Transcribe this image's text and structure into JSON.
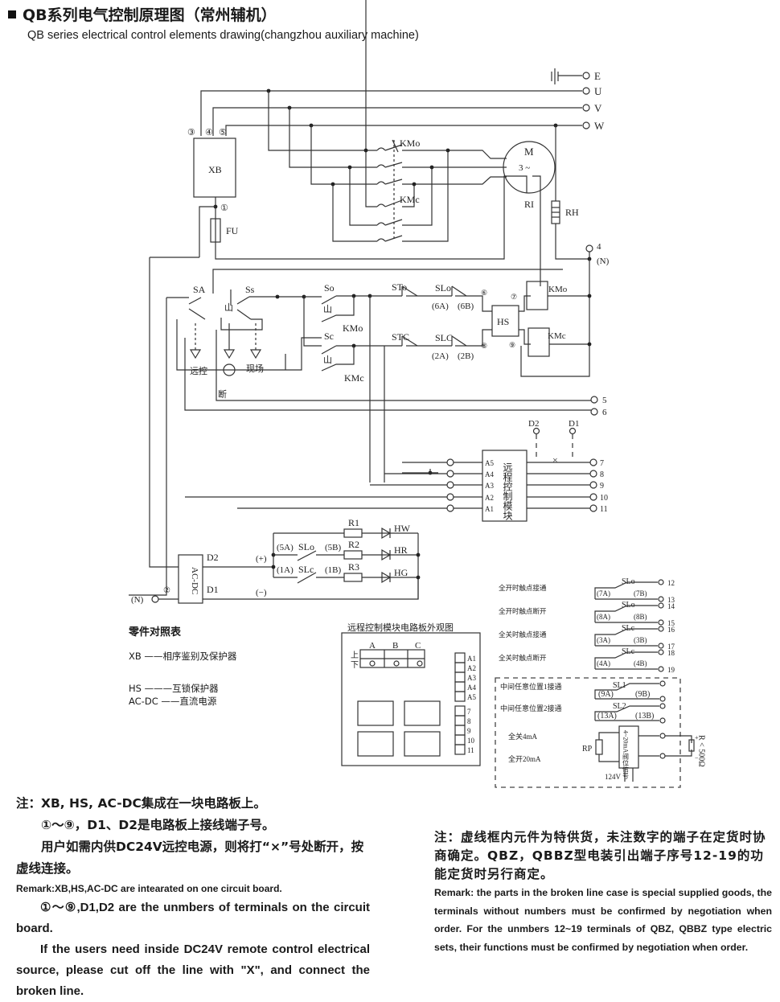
{
  "header": {
    "title_cn": "QB系列电气控制原理图（常州辅机）",
    "title_en": "QB series electrical control elements drawing(changzhou auxiliary machine)"
  },
  "power_terminals": [
    "E",
    "U",
    "V",
    "W"
  ],
  "xb": {
    "label": "XB",
    "pins": [
      "③",
      "④",
      "⑤"
    ],
    "bottom_pin": "①"
  },
  "fuse": "FU",
  "motor": {
    "label": "M",
    "phase": "3 ~",
    "thermal": "RI"
  },
  "heater": {
    "label": "RH",
    "terminal": "4",
    "terminal_note": "(N)"
  },
  "contactors": {
    "open": "KMo",
    "close": "KMc"
  },
  "control": {
    "sa": "SA",
    "ss": "Ss",
    "so": "So",
    "sc": "Sc",
    "remote": "远控",
    "local": "现场",
    "off": "断",
    "sto": "STo",
    "stc": "STC",
    "slo": "SLo",
    "slc": "SLC",
    "slo_pins": [
      "(6A)",
      "(6B)"
    ],
    "slc_pins": [
      "(2A)",
      "(2B)"
    ],
    "hs": "HS",
    "hs_pins": [
      "⑥",
      "⑦",
      "⑧",
      "⑨"
    ],
    "kmo_coil": "KMo",
    "kmc_coil": "KMc"
  },
  "terminals_56": [
    "5",
    "6"
  ],
  "remote_module": {
    "label": "远程控制模块",
    "inputs": [
      "A5",
      "A4",
      "A3",
      "A2",
      "A1"
    ],
    "outputs": [
      "7",
      "8",
      "9",
      "10",
      "11"
    ],
    "d_terminals": [
      "D2",
      "D1"
    ],
    "cut_mark": "×"
  },
  "indicator_circuit": {
    "acdc": "AC-DC",
    "d2": "D2",
    "d1": "D1",
    "plus": "(+)",
    "minus": "(−)",
    "n_terminal": "(N)",
    "pin": "②",
    "slo": "SLo",
    "slc": "SLc",
    "pins": [
      "(5A)",
      "(5B)",
      "(1A)",
      "(1B)"
    ],
    "resistors": [
      "R1",
      "R2",
      "R3"
    ],
    "lamps": [
      "HW",
      "HR",
      "HG"
    ]
  },
  "parts_table": {
    "title": "零件对照表",
    "items": [
      {
        "code": "XB",
        "desc": "相序鉴别及保护器"
      },
      {
        "code": "HS",
        "desc": "互锁保护器"
      },
      {
        "code": "AC-DC",
        "desc": "直流电源"
      }
    ]
  },
  "board_view": {
    "title": "远程控制模块电路板外观图",
    "cols": [
      "A",
      "B",
      "C"
    ],
    "rows": [
      "上",
      "下"
    ],
    "a_pins": [
      "A1",
      "A2",
      "A3",
      "A4",
      "A5"
    ],
    "num_pins": [
      "7",
      "8",
      "9",
      "10",
      "11"
    ]
  },
  "limit_contacts": [
    {
      "desc": "全开时触点接通",
      "sw": "SLo",
      "a": "(7A)",
      "b": "(7B)",
      "t": [
        "12",
        "13"
      ]
    },
    {
      "desc": "全开时触点断开",
      "sw": "SLo",
      "a": "(8A)",
      "b": "(8B)",
      "t": [
        "14",
        "15"
      ]
    },
    {
      "desc": "全关时触点接通",
      "sw": "SLc",
      "a": "(3A)",
      "b": "(3B)",
      "t": [
        "16",
        "17"
      ]
    },
    {
      "desc": "全关时触点断开",
      "sw": "SLc",
      "a": "(4A)",
      "b": "(4B)",
      "t": [
        "18",
        "19"
      ]
    }
  ],
  "special_box": {
    "mid1": {
      "desc": "中间任意位置1接通",
      "sw": "SL1",
      "a": "(9A)",
      "b": "(9B)"
    },
    "mid2": {
      "desc": "中间任意位置2接通",
      "sw": "SL2",
      "a": "(13A)",
      "b": "(13B)"
    },
    "close_ma": "全关4mA",
    "open_ma": "全开20mA",
    "rp": "RP",
    "transmitter": "4~20mA阀位信号",
    "supply": "124V",
    "load": "R < 500Ω",
    "plus": "+",
    "minus": "−"
  },
  "notes_left": {
    "cn1": "注：XB, HS, AC-DC集成在一块电路板上。",
    "cn2": "①～⑨，D1、D2是电路板上接线端子号。",
    "cn3": "用户如需内供DC24V远控电源，则将打“×”号处断开，按虚线连接。",
    "en1": "Remark:XB,HS,AC-DC are intearated on one circuit board.",
    "en2": "①～⑨,D1,D2 are the unmbers of terminals on the circuit board.",
    "en3": "If the users need inside DC24V remote control electrical source, please cut off the line with \"X\", and connect the broken line."
  },
  "notes_right": {
    "cn": "注：虚线框内元件为特供货，未注数字的端子在定货时协商确定。QBZ，QBBZ型电装引出端子序号12-19的功能定货时另行商定。",
    "en": "Remark: the parts in the broken line case is special supplied goods, the terminals without numbers must be confirmed by negotiation when order. For the unmbers 12~19 terminals of QBZ, QBBZ type electric sets, their functions must be confirmed by negotiation when order."
  }
}
